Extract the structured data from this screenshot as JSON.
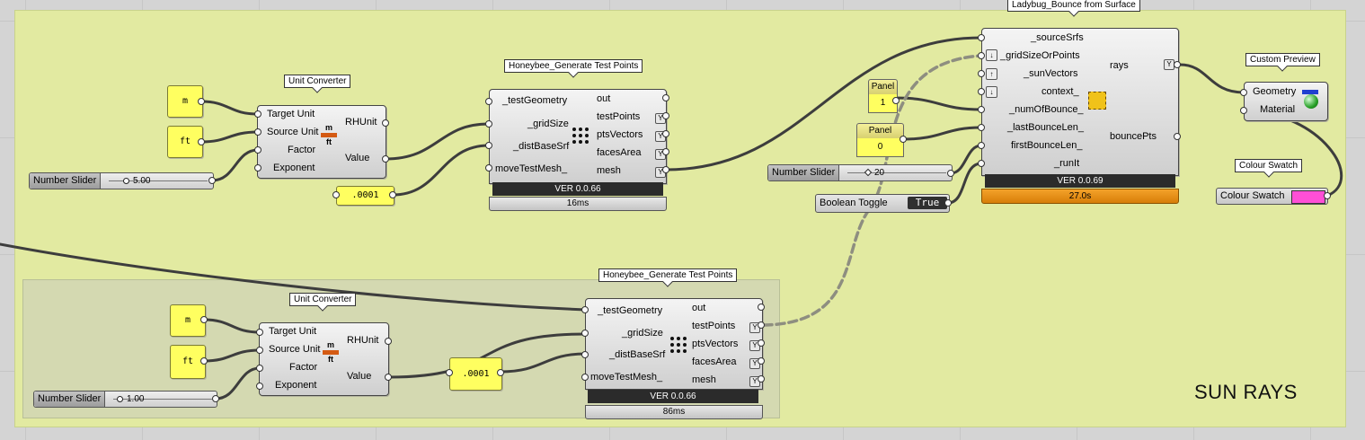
{
  "group": {
    "title": "SUN RAYS"
  },
  "colors": {
    "group_bg": "#e2eaa1",
    "subgroup_bg": "#d4d9b1",
    "panel_yellow": "#ffff60",
    "timer_orange": "#e8900f",
    "swatch_pink": "#ff4fd6"
  },
  "upper": {
    "unit_converter": {
      "tag": "Unit Converter",
      "inputs": [
        "Target Unit",
        "Source Unit",
        "Factor",
        "Exponent"
      ],
      "outputs": [
        "RHUnit",
        "Value"
      ],
      "icon_top": "m",
      "icon_bottom": "ft"
    },
    "panel_target": "m",
    "panel_source": "ft",
    "slider": {
      "label": "Number Slider",
      "value": "5.00"
    },
    "panel_dist": ".0001",
    "gen_test_points": {
      "tag": "Honeybee_Generate Test Points",
      "inputs": [
        "_testGeometry",
        "_gridSize",
        "_distBaseSrf",
        "moveTestMesh_"
      ],
      "outputs": [
        "out",
        "testPoints",
        "ptsVectors",
        "facesArea",
        "mesh"
      ],
      "version": "VER 0.0.66",
      "time": "16ms"
    }
  },
  "lower": {
    "unit_converter": {
      "tag": "Unit Converter",
      "inputs": [
        "Target Unit",
        "Source Unit",
        "Factor",
        "Exponent"
      ],
      "outputs": [
        "RHUnit",
        "Value"
      ],
      "icon_top": "m",
      "icon_bottom": "ft"
    },
    "panel_target": "m",
    "panel_source": "ft",
    "slider": {
      "label": "Number Slider",
      "value": "1.00"
    },
    "panel_dist": ".0001",
    "gen_test_points": {
      "tag": "Honeybee_Generate Test Points",
      "inputs": [
        "_testGeometry",
        "_gridSize",
        "_distBaseSrf",
        "moveTestMesh_"
      ],
      "outputs": [
        "out",
        "testPoints",
        "ptsVectors",
        "facesArea",
        "mesh"
      ],
      "version": "VER 0.0.66",
      "time": "86ms"
    }
  },
  "bounce": {
    "tag": "Ladybug_Bounce from Surface",
    "inputs": [
      "_sourceSrfs",
      "_gridSizeOrPoints",
      "_sunVectors",
      "context_",
      "_numOfBounce_",
      "_lastBounceLen_",
      "firstBounceLen_",
      "_runIt"
    ],
    "outputs": [
      "rays",
      "bouncePts"
    ],
    "version": "VER 0.0.69",
    "time": "27.0s"
  },
  "panel1": {
    "header": "Panel",
    "value": "1"
  },
  "panel0": {
    "header": "Panel",
    "value": "0"
  },
  "slider20": {
    "label": "Number Slider",
    "value": "20"
  },
  "toggle": {
    "label": "Boolean Toggle",
    "state": "True"
  },
  "custom_preview": {
    "tag": "Custom Preview",
    "inputs": [
      "Geometry",
      "Material"
    ]
  },
  "colour_swatch": {
    "tag": "Colour Swatch",
    "label": "Colour Swatch"
  }
}
